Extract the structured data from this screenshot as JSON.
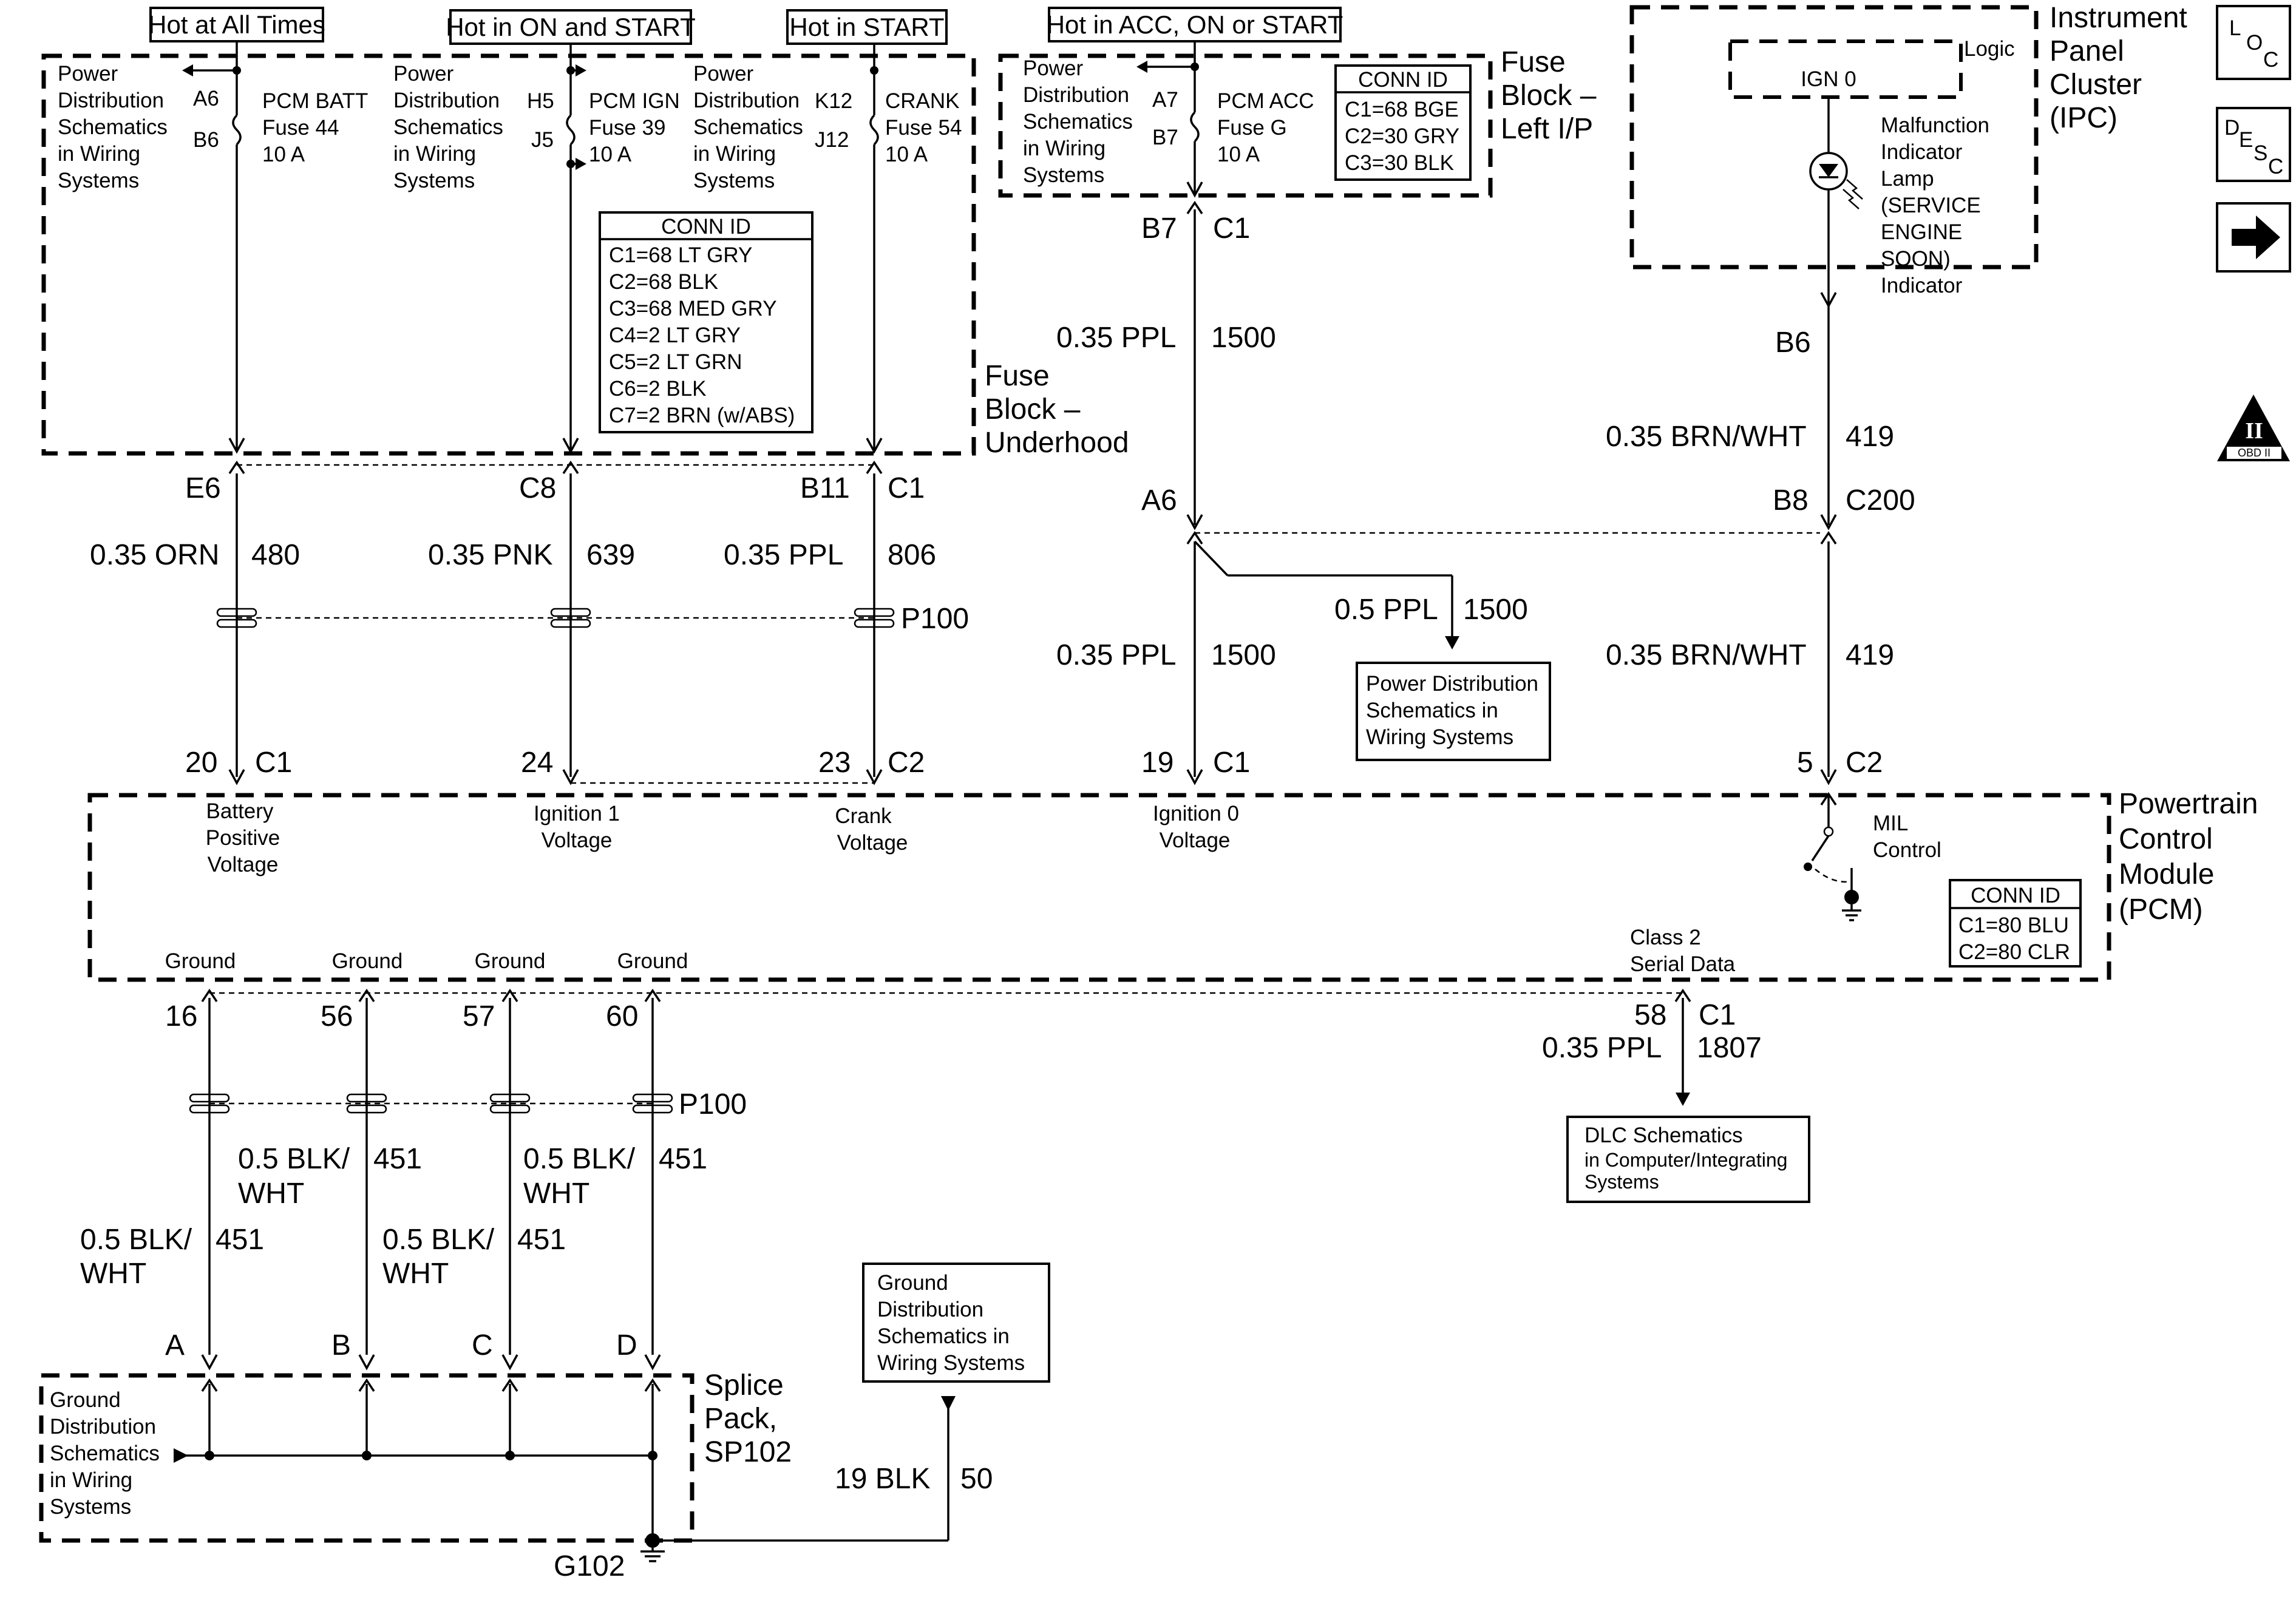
{
  "header_labels": {
    "hot_all_times": "Hot at All Times",
    "hot_on_start": "Hot in ON and START",
    "hot_start": "Hot in START",
    "hot_acc": "Hot in ACC, ON or START"
  },
  "power_dist_ref": [
    "Power",
    "Distribution",
    "Schematics",
    "in Wiring",
    "Systems"
  ],
  "fuses": {
    "batt": {
      "pin_top": "A6",
      "pin_bot": "B6",
      "name": "PCM BATT",
      "fuse": "Fuse 44",
      "amps": "10 A"
    },
    "ign": {
      "pin_top": "H5",
      "pin_bot": "J5",
      "name": "PCM IGN",
      "fuse": "Fuse 39",
      "amps": "10 A"
    },
    "crank": {
      "pin_top": "K12",
      "pin_bot": "J12",
      "name": "CRANK",
      "fuse": "Fuse 54",
      "amps": "10 A"
    },
    "acc": {
      "pin_top": "A7",
      "pin_bot": "B7",
      "name": "PCM ACC",
      "fuse": "Fuse G",
      "amps": "10 A"
    }
  },
  "fuse_block_underhood": {
    "label": [
      "Fuse",
      "Block –",
      "Underhood"
    ],
    "conn_id_title": "CONN ID",
    "conn_ids": [
      "C1=68 LT GRY",
      "C2=68 BLK",
      "C3=68 MED GRY",
      "C4=2 LT GRY",
      "C5=2 LT GRN",
      "C6=2 BLK",
      "C7=2 BRN (w/ABS)"
    ]
  },
  "fuse_block_left_ip": {
    "label": [
      "Fuse",
      "Block –",
      "Left I/P"
    ],
    "conn_id_title": "CONN ID",
    "conn_ids": [
      "C1=68 BGE",
      "C2=30 GRY",
      "C3=30 BLK"
    ]
  },
  "ipc": {
    "label": [
      "Instrument",
      "Panel",
      "Cluster",
      "(IPC)"
    ],
    "logic": "Logic",
    "ign0": "IGN 0",
    "lamp": [
      "Malfunction",
      "Indicator",
      "Lamp",
      "(SERVICE",
      "ENGINE",
      "SOON)",
      "Indicator"
    ],
    "pin": "B6"
  },
  "side_buttons": {
    "loc": [
      "L",
      "O",
      "C"
    ],
    "desc": [
      "D",
      "E",
      "S",
      "C"
    ],
    "obd": "OBD II",
    "obd_mark": "II"
  },
  "connectors": {
    "e6": "E6",
    "c8": "C8",
    "b11": "B11",
    "c1": "C1",
    "p100": "P100",
    "b7": "B7",
    "c1_acc": "C1",
    "a6": "A6",
    "b8": "B8",
    "c200": "C200"
  },
  "wires": {
    "orn": {
      "color": "0.35 ORN",
      "circuit": "480"
    },
    "pnk": {
      "color": "0.35 PNK",
      "circuit": "639"
    },
    "ppl806": {
      "color": "0.35 PPL",
      "circuit": "806"
    },
    "ppl1500_top": {
      "color": "0.35 PPL",
      "circuit": "1500"
    },
    "ppl1500_branch": {
      "color": "0.5 PPL",
      "circuit": "1500"
    },
    "ppl1500_bot": {
      "color": "0.35 PPL",
      "circuit": "1500"
    },
    "brn_top": {
      "color": "0.35 BRN/WHT",
      "circuit": "419"
    },
    "brn_bot": {
      "color": "0.35 BRN/WHT",
      "circuit": "419"
    },
    "gnd_a": {
      "color": [
        "0.5 BLK/",
        "WHT"
      ],
      "circuit": "451"
    },
    "gnd_b": {
      "color": [
        "0.5 BLK/",
        "WHT"
      ],
      "circuit": "451"
    },
    "gnd_c": {
      "color": [
        "0.5 BLK/",
        "WHT"
      ],
      "circuit": "451"
    },
    "gnd_d": {
      "color": [
        "0.5 BLK/",
        "WHT"
      ],
      "circuit": "451"
    },
    "serial": {
      "color": "0.35 PPL",
      "circuit": "1807"
    },
    "g102": {
      "color": "19 BLK",
      "circuit": "50"
    }
  },
  "power_dist_box": [
    "Power Distribution",
    "Schematics in",
    "Wiring Systems"
  ],
  "pcm": {
    "label": [
      "Powertrain",
      "Control",
      "Module",
      "(PCM)"
    ],
    "pins_top": [
      {
        "num": "20",
        "conn": "C1",
        "desc": [
          "Battery",
          "Positive",
          "Voltage"
        ]
      },
      {
        "num": "24",
        "conn": "",
        "desc": [
          "Ignition 1",
          "Voltage"
        ]
      },
      {
        "num": "23",
        "conn": "C2",
        "desc": [
          "Crank",
          "Voltage"
        ]
      },
      {
        "num": "19",
        "conn": "C1",
        "desc": [
          "Ignition 0",
          "Voltage"
        ]
      },
      {
        "num": "5",
        "conn": "C2",
        "desc": [
          "MIL",
          "Control"
        ]
      }
    ],
    "grounds": [
      "Ground",
      "Ground",
      "Ground",
      "Ground"
    ],
    "ground_pins": [
      "16",
      "56",
      "57",
      "60"
    ],
    "serial_label": [
      "Class 2",
      "Serial Data"
    ],
    "serial_pin": "58",
    "serial_conn": "C1",
    "conn_id_title": "CONN ID",
    "conn_ids": [
      "C1=80 BLU",
      "C2=80 CLR"
    ]
  },
  "dlc_box": [
    "DLC Schematics",
    "in Computer/Integrating",
    "Systems"
  ],
  "splice": {
    "label": [
      "Splice",
      "Pack,",
      "SP102"
    ],
    "pins": [
      "A",
      "B",
      "C",
      "D"
    ],
    "ground_ref": [
      "Ground",
      "Distribution",
      "Schematics",
      "in Wiring",
      "Systems"
    ]
  },
  "ground_box": [
    "Ground",
    "Distribution",
    "Schematics in",
    "Wiring Systems"
  ],
  "g102": "G102"
}
